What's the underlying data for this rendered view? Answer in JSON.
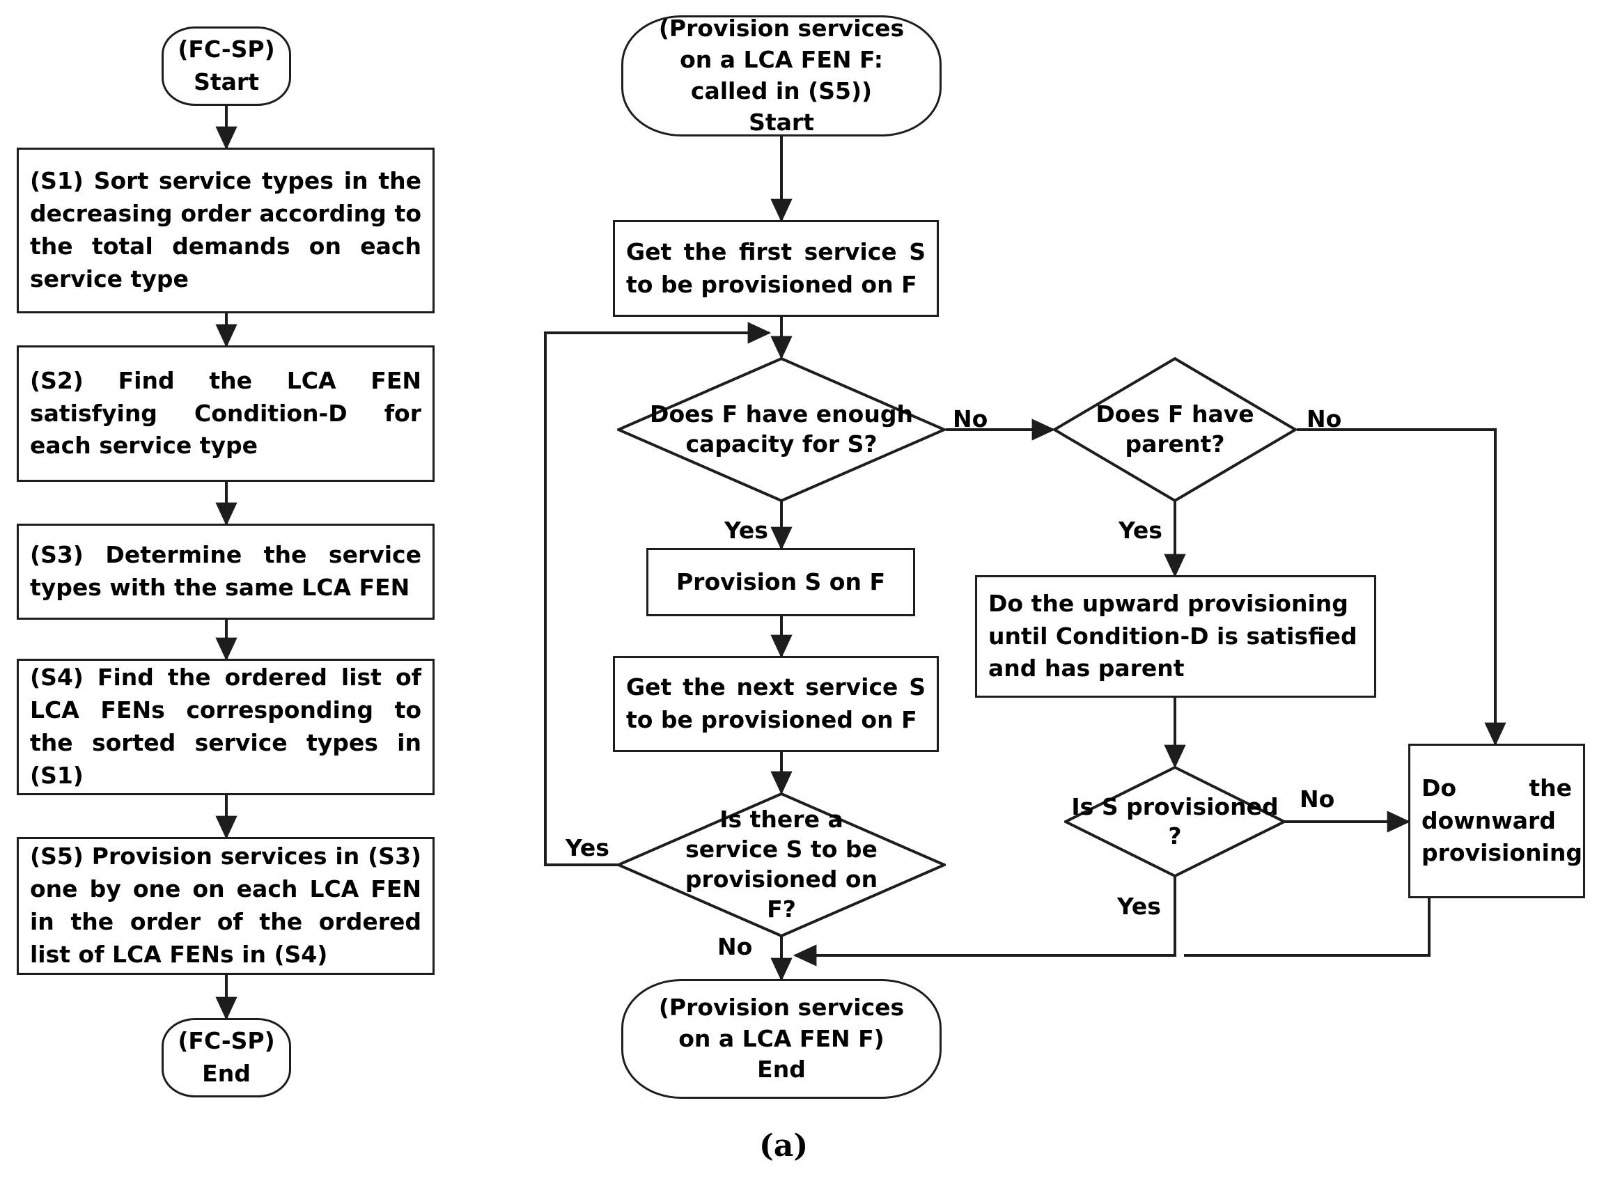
{
  "figure": {
    "caption": "(a)",
    "colors": {
      "stroke": "#1d1d1d",
      "background": "#ffffff",
      "text": "#000000"
    }
  },
  "left_flow": {
    "title": "FC-SP main procedure",
    "nodes": [
      {
        "id": "l-start",
        "type": "terminal",
        "text": "(FC-SP)\nStart"
      },
      {
        "id": "l-s1",
        "type": "process",
        "text": "(S1) Sort service types in the decreasing order according to the total demands on each service type"
      },
      {
        "id": "l-s2",
        "type": "process",
        "text": "(S2) Find the LCA FEN satisfying Condition-D for each service type"
      },
      {
        "id": "l-s3",
        "type": "process",
        "text": "(S3) Determine the service types with the same LCA FEN"
      },
      {
        "id": "l-s4",
        "type": "process",
        "text": "(S4) Find the ordered list of LCA FENs corresponding to the sorted service types in (S1)"
      },
      {
        "id": "l-s5",
        "type": "process",
        "text": "(S5) Provision services in (S3) one by one on each LCA FEN in the order of the ordered list of LCA FENs in (S4)"
      },
      {
        "id": "l-end",
        "type": "terminal",
        "text": "(FC-SP)\nEnd"
      }
    ],
    "edges": [
      {
        "from": "l-start",
        "to": "l-s1",
        "label": ""
      },
      {
        "from": "l-s1",
        "to": "l-s2",
        "label": ""
      },
      {
        "from": "l-s2",
        "to": "l-s3",
        "label": ""
      },
      {
        "from": "l-s3",
        "to": "l-s4",
        "label": ""
      },
      {
        "from": "l-s4",
        "to": "l-s5",
        "label": ""
      },
      {
        "from": "l-s5",
        "to": "l-end",
        "label": ""
      }
    ]
  },
  "right_flow": {
    "title": "Provision services on a LCA FEN F",
    "nodes": [
      {
        "id": "r-start",
        "type": "terminal",
        "text": "(Provision services\non a LCA FEN F:\ncalled in (S5))\nStart"
      },
      {
        "id": "r-first",
        "type": "process",
        "text": "Get the first service S to be provisioned on F"
      },
      {
        "id": "r-cap",
        "type": "decision",
        "text": "Does F have enough capacity for S?"
      },
      {
        "id": "r-prov",
        "type": "process",
        "text": "Provision S on F"
      },
      {
        "id": "r-next",
        "type": "process",
        "text": "Get the next service S to be provisioned on F"
      },
      {
        "id": "r-more",
        "type": "decision",
        "text": "Is there a service S to be provisioned on F?"
      },
      {
        "id": "r-parent",
        "type": "decision",
        "text": "Does F have parent?"
      },
      {
        "id": "r-upward",
        "type": "process",
        "text": "Do the upward provisioning until Condition-D is satisfied and has parent"
      },
      {
        "id": "r-isprov",
        "type": "decision",
        "text": "Is S provisioned ?"
      },
      {
        "id": "r-downward",
        "type": "process",
        "text": "Do the downward provisioning"
      },
      {
        "id": "r-end",
        "type": "terminal",
        "text": "(Provision services\non a LCA FEN F)\nEnd"
      }
    ],
    "edges": [
      {
        "from": "r-start",
        "to": "r-first",
        "label": ""
      },
      {
        "from": "r-first",
        "to": "r-cap",
        "label": ""
      },
      {
        "from": "r-cap",
        "to": "r-prov",
        "label": "Yes"
      },
      {
        "from": "r-cap",
        "to": "r-parent",
        "label": "No"
      },
      {
        "from": "r-prov",
        "to": "r-next",
        "label": ""
      },
      {
        "from": "r-next",
        "to": "r-more",
        "label": ""
      },
      {
        "from": "r-more",
        "to": "r-cap",
        "label": "Yes"
      },
      {
        "from": "r-more",
        "to": "r-end",
        "label": "No"
      },
      {
        "from": "r-parent",
        "to": "r-upward",
        "label": "Yes"
      },
      {
        "from": "r-parent",
        "to": "r-downward",
        "label": "No"
      },
      {
        "from": "r-upward",
        "to": "r-isprov",
        "label": ""
      },
      {
        "from": "r-isprov",
        "to": "r-downward",
        "label": "No"
      },
      {
        "from": "r-isprov",
        "to": "r-end",
        "label": "Yes"
      },
      {
        "from": "r-downward",
        "to": "r-end",
        "label": ""
      }
    ],
    "edge_labels": {
      "cap_yes": "Yes",
      "cap_no": "No",
      "more_yes": "Yes",
      "more_no": "No",
      "parent_yes": "Yes",
      "parent_no": "No",
      "isprov_yes": "Yes",
      "isprov_no": "No"
    }
  }
}
